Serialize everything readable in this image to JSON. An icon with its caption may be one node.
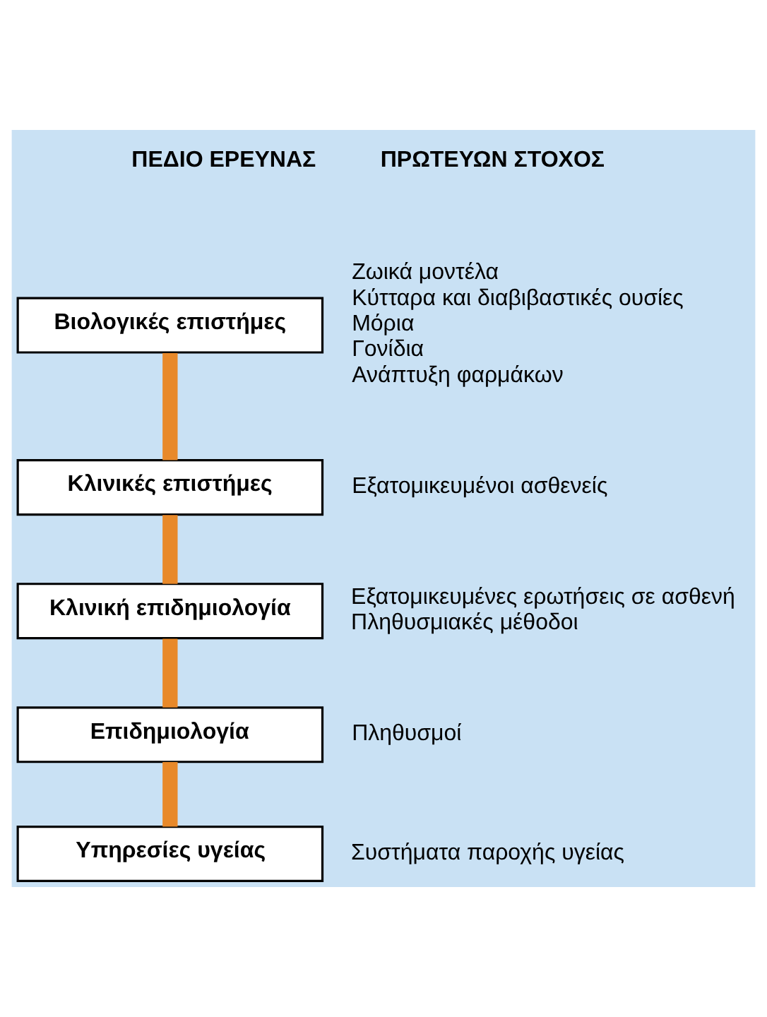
{
  "diagram": {
    "nodes": [
      {
        "text": [
          "Βιολογικές επιστήμες"
        ],
        "beside": [
          "Ζωικά μοντέλα",
          "Κύτταρα και διαβιβαστικές ουσίες",
          "Μόρια",
          "Γονίδια",
          "Ανάπτυξη φαρμάκων"
        ]
      },
      {
        "text": [
          "Κλινικές επιστήμες"
        ],
        "beside": [
          "Εξατομικευμένοι ασθενείς"
        ]
      },
      {
        "text": [
          "Κλινική επιδημιολογία"
        ],
        "beside": [
          "Εξατομικευμένες ερωτήσεις σε ασθενή",
          "Πληθυσμιακές μέθοδοι"
        ]
      },
      {
        "text": [
          "Επιδημιολογία"
        ],
        "beside": [
          "Πληθυσμοί"
        ]
      },
      {
        "text": [
          "Υπηρεσίες υγείας"
        ],
        "beside": [
          "Συστήματα παροχής υγείας"
        ]
      }
    ],
    "edges": [
      {
        "from": 0,
        "to": 1,
        "arrow": "none"
      },
      {
        "from": 1,
        "to": 2,
        "arrow": "none"
      },
      {
        "from": 2,
        "to": 3,
        "arrow": "none"
      },
      {
        "from": 3,
        "to": 4,
        "arrow": "none"
      }
    ],
    "labels": [
      "ΠΕΔΙΟ ΕΡΕΥΝΑΣ",
      "ΠΡΩΤΕΥΩΝ ΣΤΟΧΟΣ"
    ]
  }
}
